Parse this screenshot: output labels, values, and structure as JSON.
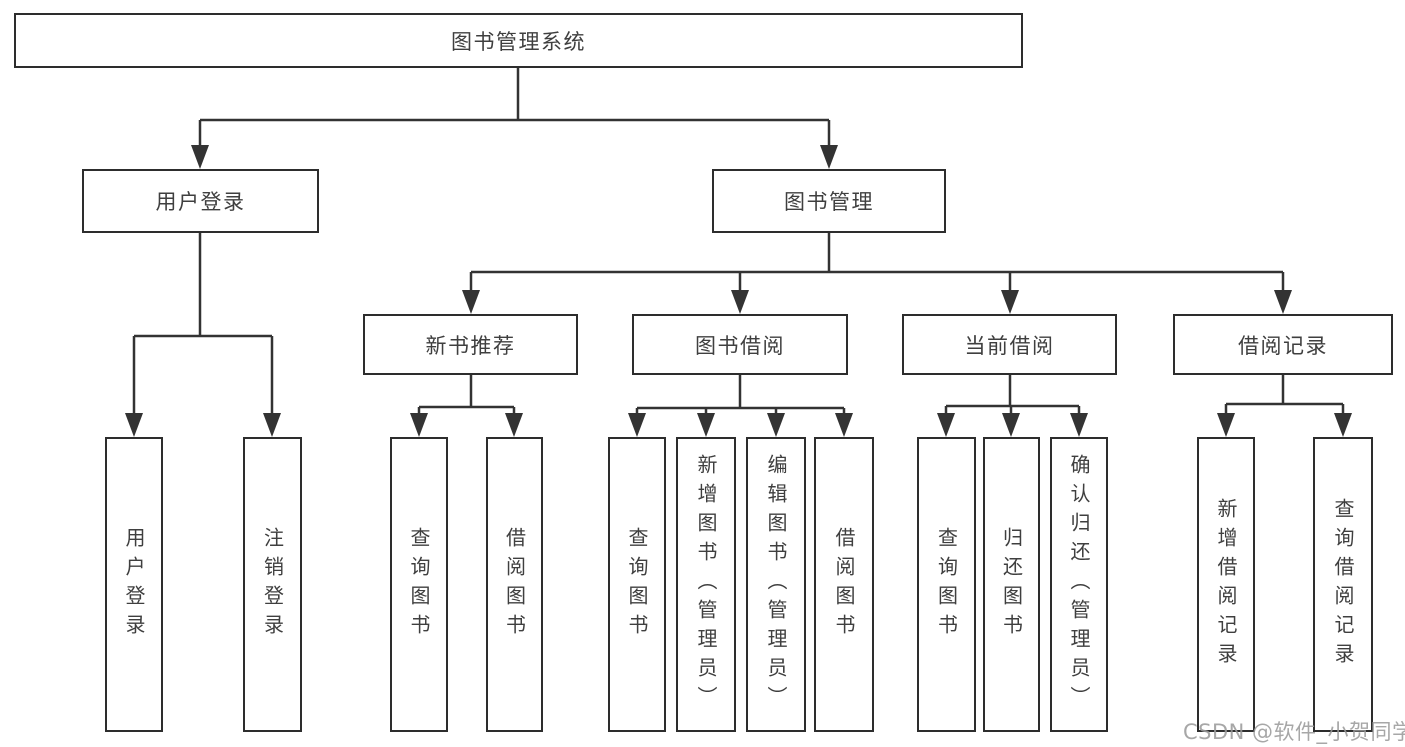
{
  "diagram": {
    "title": "图书管理系统",
    "root": {
      "label": "图书管理系统"
    },
    "level2": [
      {
        "id": "user-login",
        "label": "用户登录"
      },
      {
        "id": "book-management",
        "label": "图书管理"
      }
    ],
    "level3": [
      {
        "id": "new-book-recommend",
        "label": "新书推荐"
      },
      {
        "id": "book-borrowing",
        "label": "图书借阅"
      },
      {
        "id": "current-borrowing",
        "label": "当前借阅"
      },
      {
        "id": "borrowing-records",
        "label": "借阅记录"
      }
    ],
    "leaves": {
      "user_login": [
        {
          "label": "用户登录"
        },
        {
          "label": "注销登录"
        }
      ],
      "new_book_recommend": [
        {
          "label": "查询图书"
        },
        {
          "label": "借阅图书"
        }
      ],
      "book_borrowing": [
        {
          "label": "查询图书"
        },
        {
          "label": "新增图书（管理员）"
        },
        {
          "label": "编辑图书（管理员）"
        },
        {
          "label": "借阅图书"
        }
      ],
      "current_borrowing": [
        {
          "label": "查询图书"
        },
        {
          "label": "归还图书"
        },
        {
          "label": "确认归还（管理员）"
        }
      ],
      "borrowing_records": [
        {
          "label": "新增借阅记录"
        },
        {
          "label": "查询借阅记录"
        }
      ]
    },
    "watermark": "CSDN @软件_小贺同学",
    "colors": {
      "line": "#333333",
      "box_border": "#2d2d2d",
      "text": "#3f3f3f",
      "watermark": "#9b9b9b",
      "background": "#ffffff"
    }
  }
}
